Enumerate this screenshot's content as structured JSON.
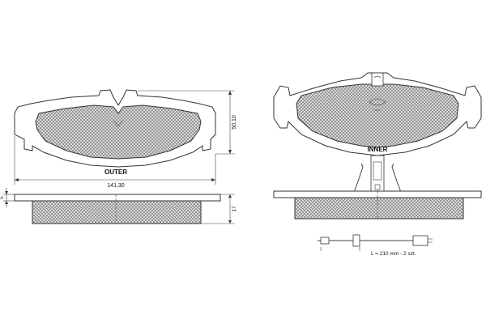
{
  "labels": {
    "outer": "OUTER",
    "inner": "INNER"
  },
  "dimensions": {
    "width": "141,30",
    "height": "50,10",
    "plate_thickness": "5",
    "total_thickness": "17"
  },
  "wear_sensor": {
    "note": "L = 210 mm - 2 szt."
  },
  "colors": {
    "line": "#333333",
    "hatch": "#555555"
  }
}
